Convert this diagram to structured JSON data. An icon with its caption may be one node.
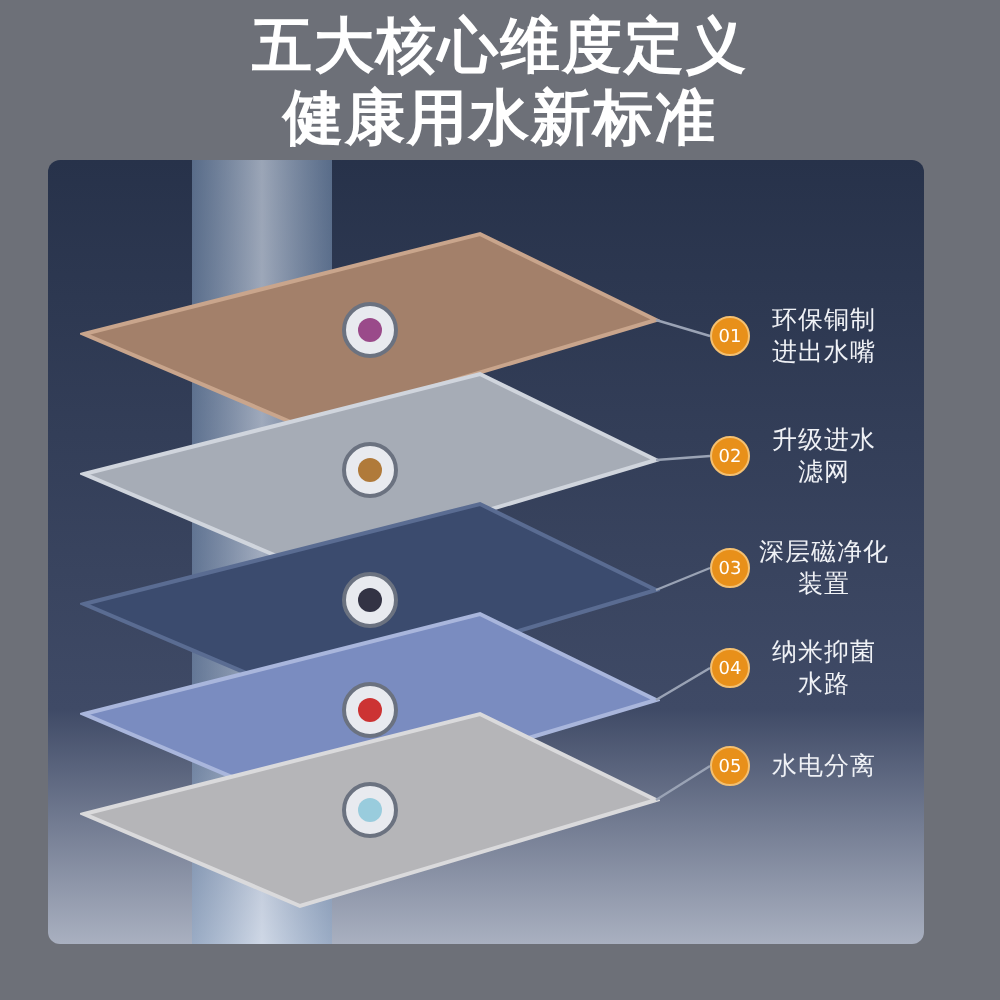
{
  "diagram": {
    "title": "五大核心维度定义健康用水新标准",
    "nodes": [
      {
        "text": [],
        "shape": "picture"
      },
      {
        "text": [],
        "shape": "picture"
      },
      {
        "text": [],
        "shape": "picture"
      },
      {
        "text": [],
        "shape": "picture"
      },
      {
        "text": [],
        "shape": "picture"
      },
      {
        "text": [
          "01"
        ],
        "beside": [
          "环保铜制进出水嘴"
        ]
      },
      {
        "text": [
          "02"
        ],
        "beside": [
          "升级进水滤网"
        ]
      },
      {
        "text": [
          "03"
        ],
        "beside": [
          "深层磁净化装置"
        ]
      },
      {
        "text": [
          "04"
        ],
        "beside": [
          "纳米抑菌水路"
        ]
      },
      {
        "text": [
          "05"
        ],
        "beside": [
          "水电分离"
        ]
      }
    ],
    "edges": [
      {
        "from": 5,
        "to": 0,
        "arrow": "none"
      },
      {
        "from": 6,
        "to": 1,
        "arrow": "none"
      },
      {
        "from": 7,
        "to": 2,
        "arrow": "none"
      },
      {
        "from": 8,
        "to": 3,
        "arrow": "none"
      },
      {
        "from": 9,
        "to": 4,
        "arrow": "none"
      }
    ]
  }
}
